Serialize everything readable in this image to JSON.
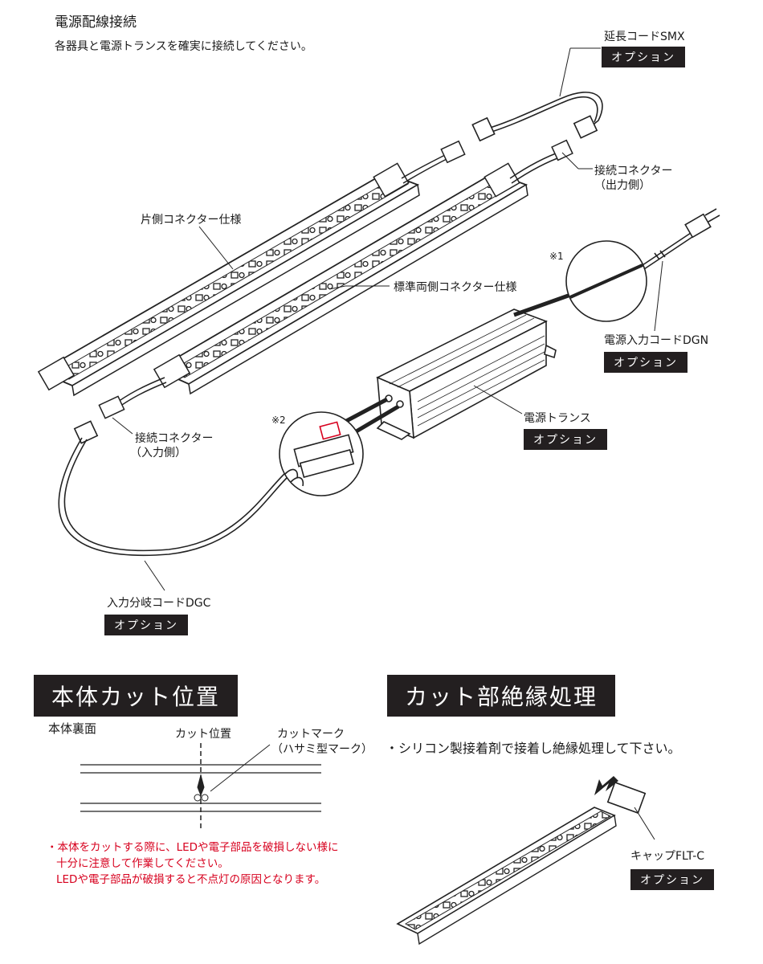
{
  "wiring": {
    "title": "電源配線接続",
    "subtitle": "各器具と電源トランスを確実に接続してください。",
    "labels": {
      "extension_cord": "延長コードSMX",
      "connector_out": "接続コネクター",
      "connector_out_sub": "（出力側）",
      "single_side": "片側コネクター仕様",
      "note1": "※1",
      "standard_both": "標準両側コネクター仕様",
      "power_input_cord": "電源入力コードDGN",
      "transformer": "電源トランス",
      "note2": "※2",
      "connector_in": "接続コネクター",
      "connector_in_sub": "（入力側）",
      "branch_cord": "入力分岐コードDGC"
    },
    "option_label": "オプション"
  },
  "cut_position": {
    "heading": "本体カット位置",
    "back_label": "本体裏面",
    "cut_label": "カット位置",
    "mark_label": "カットマーク",
    "mark_sub": "（ハサミ型マーク）",
    "warning_lines": [
      "・本体をカットする際に、LEDや電子部品を破損しない様に",
      "十分に注意して作業してください。",
      "LEDや電子部品が破損すると不点灯の原因となります。"
    ]
  },
  "insulation": {
    "heading": "カット部絶縁処理",
    "instruction": "・シリコン製接着剤で接着し絶縁処理して下さい。",
    "cap_label": "キャップFLT-C",
    "option_label": "オプション"
  },
  "colors": {
    "ink": "#1a1a1a",
    "badge_bg": "#231f20",
    "badge_text": "#ffffff",
    "warning": "#d7001e"
  }
}
